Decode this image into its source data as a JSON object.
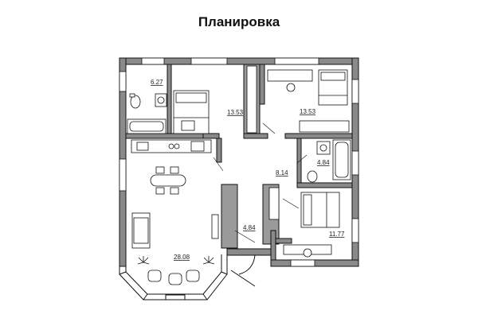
{
  "plan": {
    "title": "Планировка",
    "rooms": [
      {
        "id": "bathroom-top",
        "area": "6.27"
      },
      {
        "id": "bedroom-center",
        "area": "13.53"
      },
      {
        "id": "bedroom-right",
        "area": "13.53"
      },
      {
        "id": "bathroom-right",
        "area": "4.84"
      },
      {
        "id": "hallway",
        "area": "8.14"
      },
      {
        "id": "corridor",
        "area": "4.84"
      },
      {
        "id": "bedroom-bottom-right",
        "area": "11.77"
      },
      {
        "id": "living-kitchen",
        "area": "28.08"
      }
    ]
  }
}
